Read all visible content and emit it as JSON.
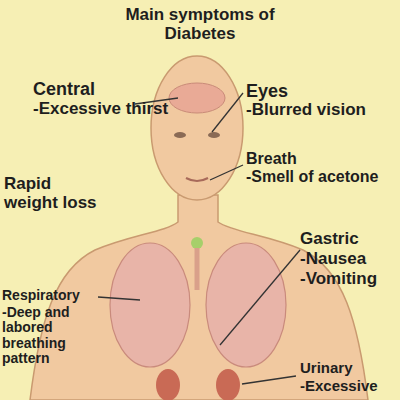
{
  "diagram": {
    "title": "Main symptoms of Diabetes",
    "labels": [
      "Central",
      "-Excessive thirst",
      "Eyes",
      "-Blurred vision",
      "Breath",
      "-Smell of acetone",
      "Rapid weight loss",
      "Gastric",
      "-Nausea",
      "-Vomiting",
      "Respiratory",
      "-Deep and labored breathing pattern",
      "Urinary",
      "-Excessive"
    ]
  }
}
